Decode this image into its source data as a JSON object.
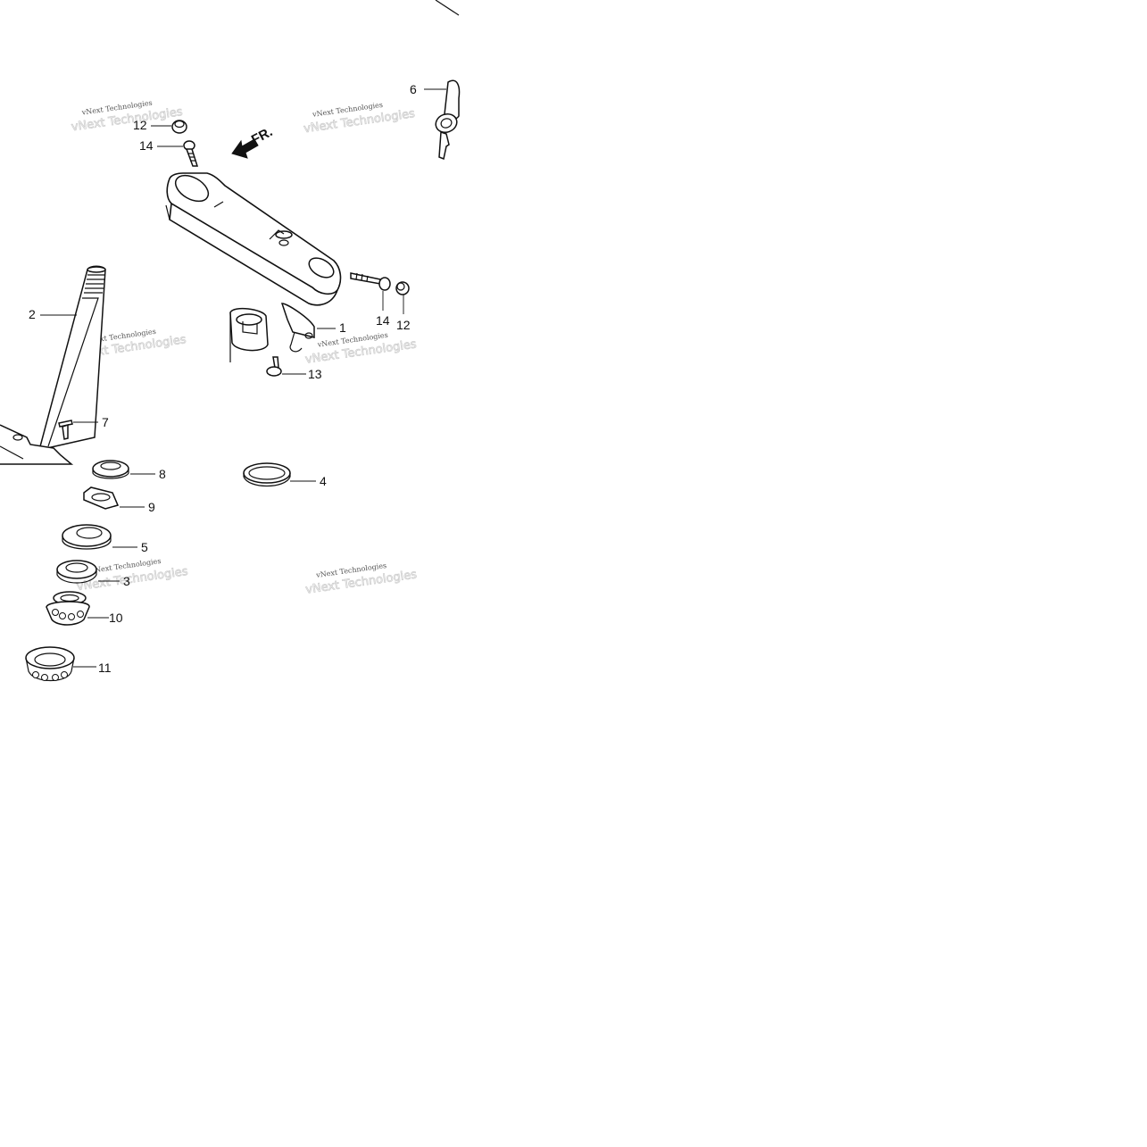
{
  "direction_label": "FR.",
  "watermark": "vNext Technologies",
  "parts": [
    {
      "id": "p1",
      "number": "1"
    },
    {
      "id": "p2",
      "number": "2"
    },
    {
      "id": "p3",
      "number": "3"
    },
    {
      "id": "p4",
      "number": "4"
    },
    {
      "id": "p5",
      "number": "5"
    },
    {
      "id": "p6",
      "number": "6"
    },
    {
      "id": "p7",
      "number": "7"
    },
    {
      "id": "p8",
      "number": "8"
    },
    {
      "id": "p9",
      "number": "9"
    },
    {
      "id": "p10",
      "number": "10"
    },
    {
      "id": "p11",
      "number": "11"
    },
    {
      "id": "p12a",
      "number": "12"
    },
    {
      "id": "p12b",
      "number": "12"
    },
    {
      "id": "p13",
      "number": "13"
    },
    {
      "id": "p14a",
      "number": "14"
    },
    {
      "id": "p14b",
      "number": "14"
    }
  ]
}
